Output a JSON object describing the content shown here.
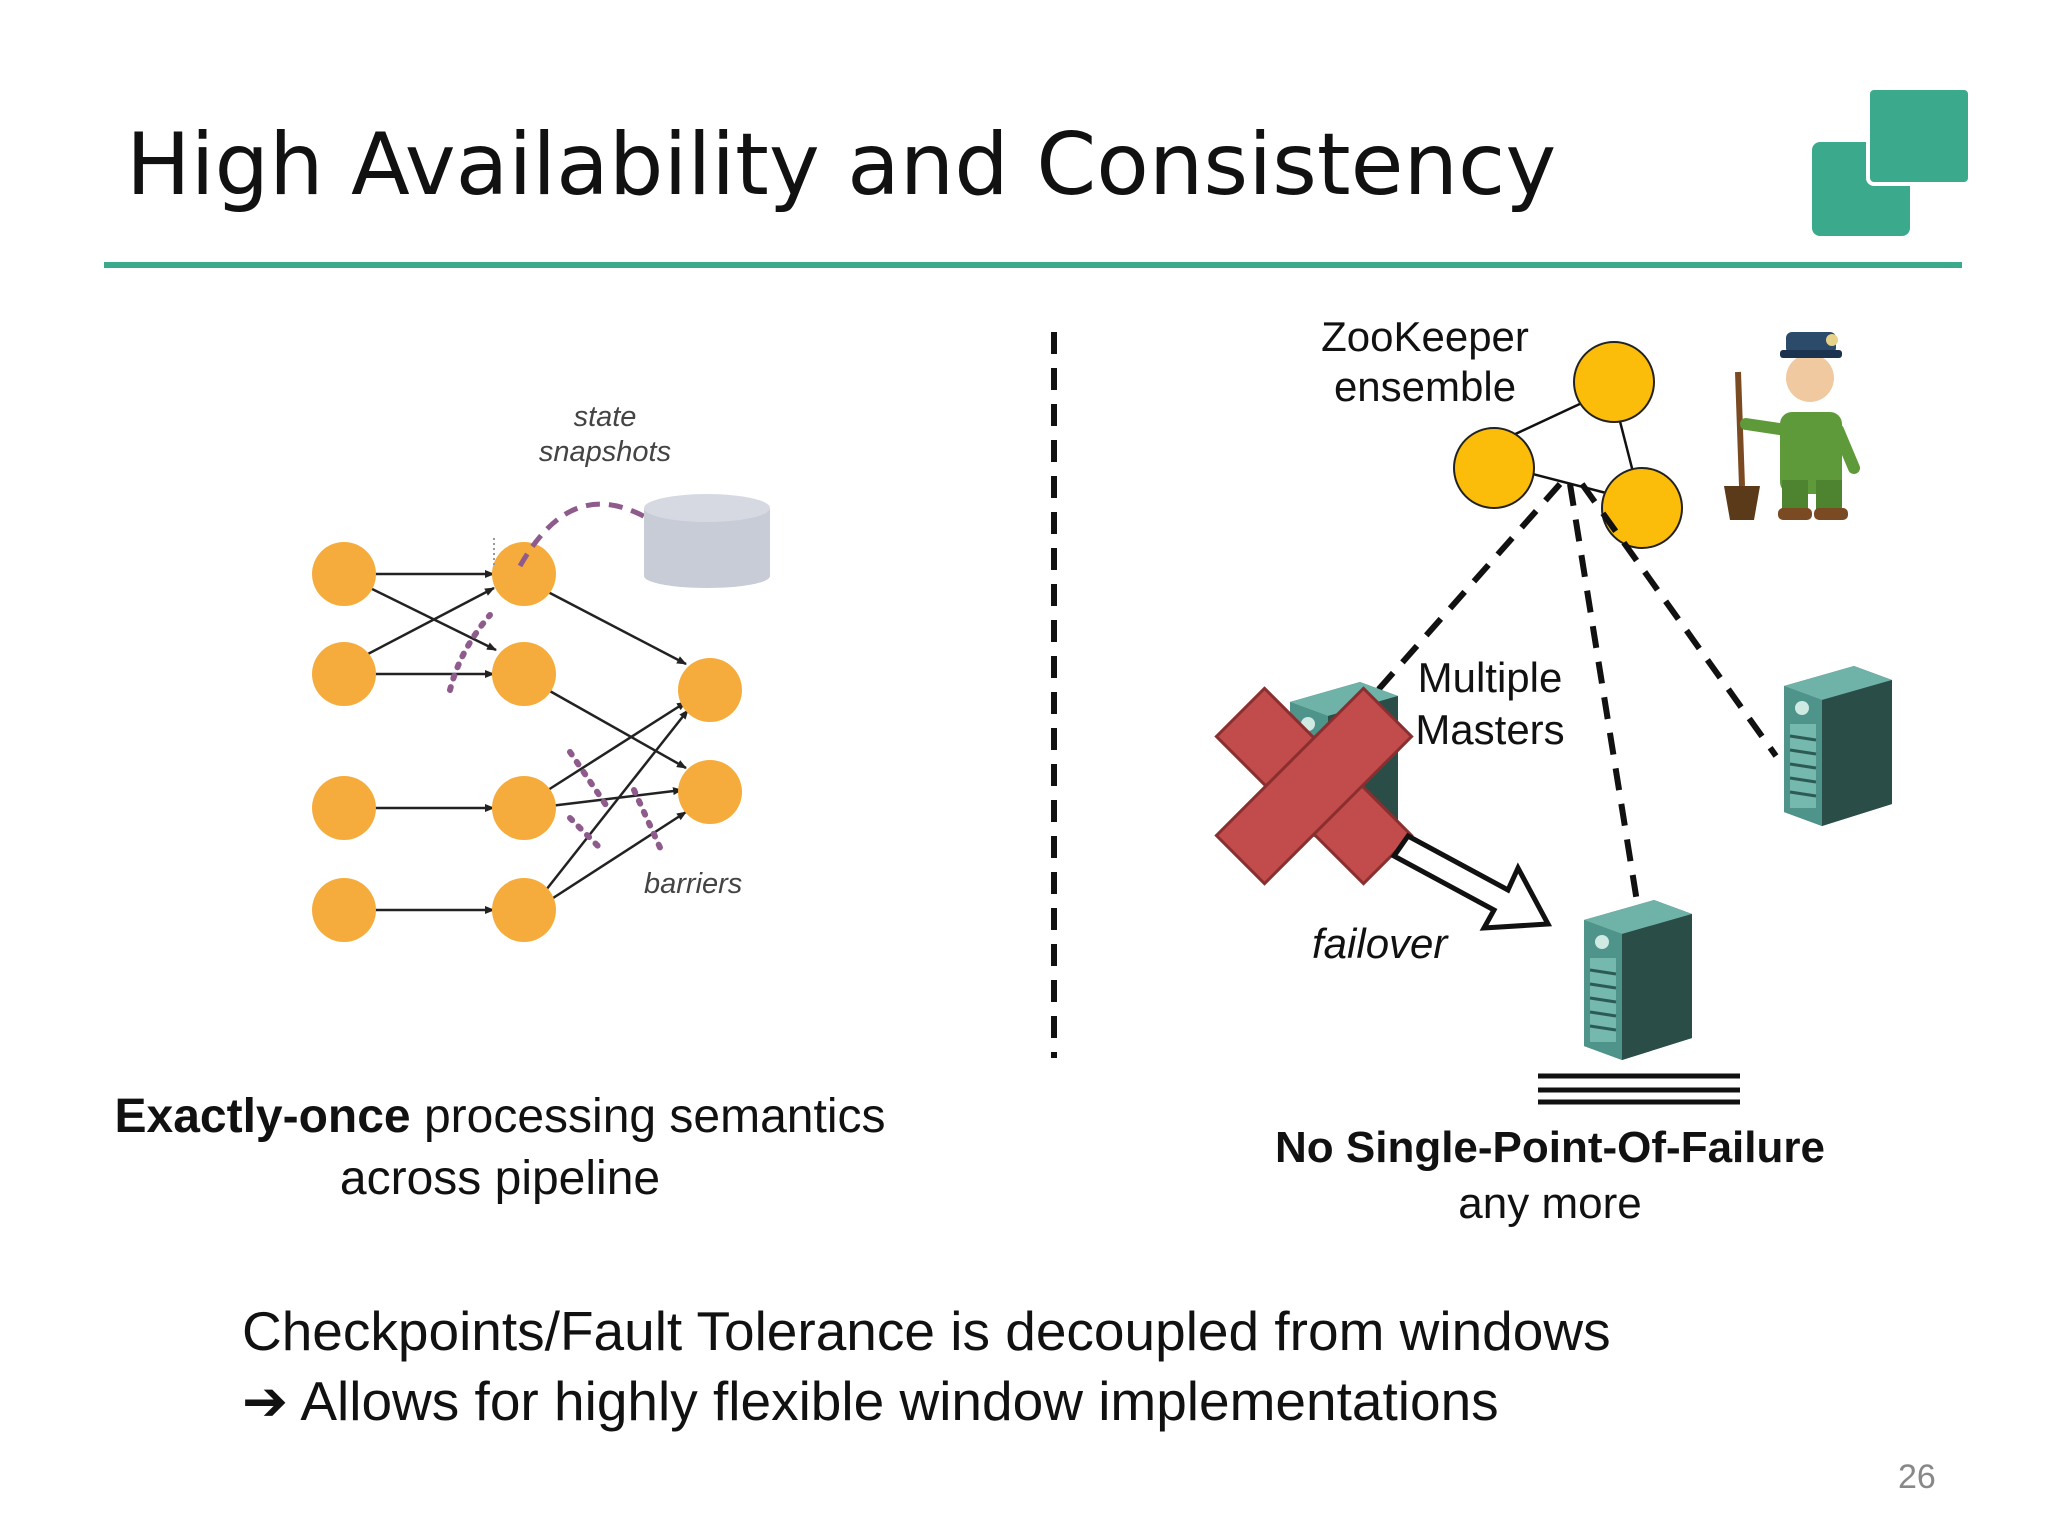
{
  "slide": {
    "title": "High Availability and Consistency",
    "page_number": "26"
  },
  "colors": {
    "accent": "#3aa98c",
    "node_orange": "#f5ac3c",
    "zk_yellow": "#fbbd0a",
    "snapshot_gray": "#c8ccd6",
    "barrier_purple": "#8e5b8c",
    "cross_red": "#c24b4b",
    "server_teal": "#3e7c72"
  },
  "icons": {
    "logo": "stacked-squares-logo",
    "zookeeper": "zookeeper-mascot-icon",
    "server": "server-tower-icon",
    "failed": "red-cross-icon",
    "failover_arrow": "hollow-arrow-icon",
    "bullet_arrow": "heavy-right-arrow-icon"
  },
  "left_diagram": {
    "snapshot_label": "state\nsnapshots",
    "barriers_label": "barriers"
  },
  "right_diagram": {
    "zookeeper_label": "ZooKeeper\nensemble",
    "masters_label": "Multiple\nMasters",
    "failover_label": "failover"
  },
  "captions": {
    "left_bold": "Exactly-once",
    "left_rest": " processing semantics",
    "left_line2": "across pipeline",
    "right_bold": "No Single-Point-Of-Failure",
    "right_line2": "any more"
  },
  "bottom": {
    "line1": "Checkpoints/Fault Tolerance is decoupled from windows",
    "arrow": "➔",
    "line2": " Allows for highly flexible window implementations"
  }
}
